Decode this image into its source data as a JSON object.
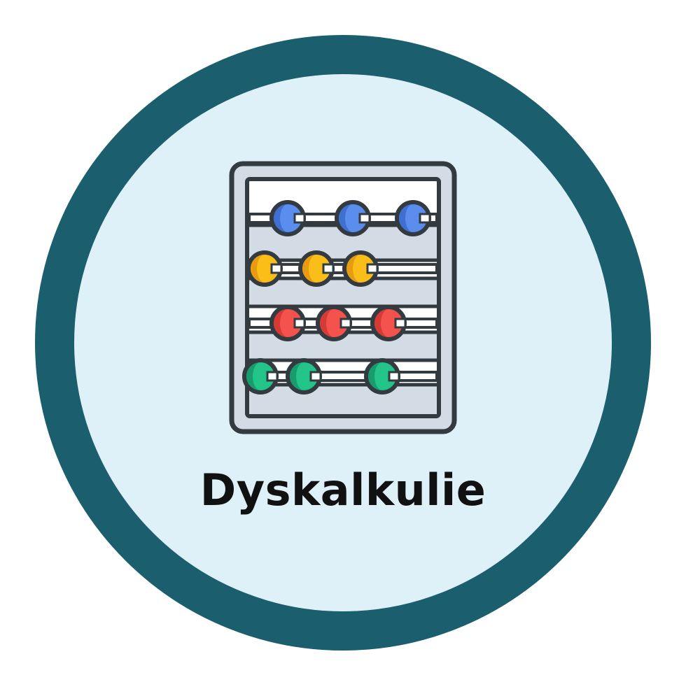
{
  "badge": {
    "title": "Dyskalkulie",
    "ring_color": "#1b5e6e",
    "fill_color": "#dff1f8",
    "icon": "abacus-icon"
  },
  "abacus": {
    "frame_color": "#d3dce4",
    "outline_color": "#333a40",
    "rows": [
      {
        "color": "#5b8def",
        "shade": "#3e6fd1",
        "beads": 3
      },
      {
        "color": "#f9be18",
        "shade": "#e89b10",
        "beads": 3
      },
      {
        "color": "#f4524d",
        "shade": "#d63a35",
        "beads": 3
      },
      {
        "color": "#22c48a",
        "shade": "#189c6d",
        "beads": 3
      }
    ]
  }
}
